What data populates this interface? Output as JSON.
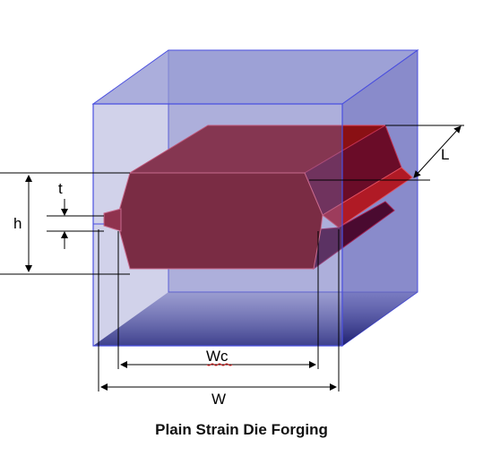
{
  "caption": "Plain Strain Die Forging",
  "labels": {
    "h": "h",
    "t": "t",
    "L": "L",
    "Wc": "Wc",
    "W": "W"
  },
  "colors": {
    "die": "#7b7fc4",
    "die_edge": "#4a4fe0",
    "forging_top": "#8a1014",
    "forging_front": "#7a0000",
    "forging_side": "#5a0a22",
    "shadow": "#26287a",
    "flash": "#c0222a"
  }
}
